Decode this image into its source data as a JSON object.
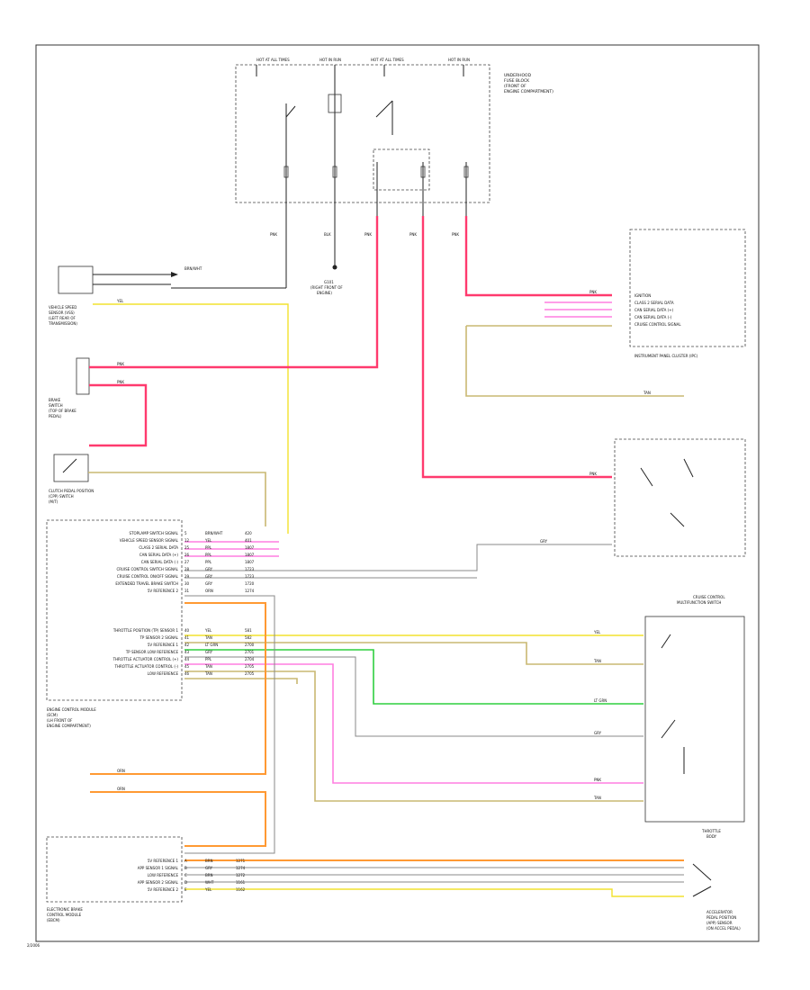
{
  "diagram": {
    "page_number": "2/2006",
    "blocks": {
      "underhood": [
        "UNDERHOOD",
        "FUSE BLOCK",
        "(FRONT OF",
        "ENGINE COMPARTMENT)"
      ],
      "ecm_label": [
        "ENGINE CONTROL MODULE",
        "(ECM)",
        "(LH FRONT OF",
        "ENGINE COMPARTMENT)"
      ],
      "ipc_label": "INSTRUMENT PANEL CLUSTER (IPC)",
      "throttle_label": [
        "THROTTLE",
        "BODY"
      ],
      "accel_label": [
        "ACCELERATOR",
        "PEDAL POSITION",
        "(APP) SENSOR",
        "(ON ACCEL PEDAL)"
      ],
      "cruise_label": [
        "CRUISE CONTROL",
        "MULTIFUNCTION SWITCH"
      ],
      "vss_label": [
        "VEHICLE SPEED",
        "SENSOR (VSS)",
        "(LEFT REAR OF",
        "TRANSMISSION)"
      ],
      "brake_label": [
        "BRAKE",
        "SWITCH",
        "(TOP OF BRAKE",
        "PEDAL)"
      ],
      "clutch_label": [
        "CLUTCH PEDAL POSITION",
        "(CPP) SWITCH",
        "(M/T)"
      ],
      "g101_label": [
        "G101",
        "(RIGHT FRONT OF",
        "ENGINE)"
      ],
      "ebcm_label": [
        "ELECTRONIC BRAKE",
        "CONTROL MODULE",
        "(EBCM)"
      ]
    },
    "ecm_pins": [
      {
        "name": "STOPLAMP SWITCH SIGNAL",
        "pin": "5",
        "color": "BRN/WHT",
        "circuit": "420"
      },
      {
        "name": "VEHICLE SPEED SENSOR SIGNAL",
        "pin": "12",
        "color": "YEL",
        "circuit": "401"
      },
      {
        "name": "CLASS 2 SERIAL DATA",
        "pin": "25",
        "color": "PPL",
        "circuit": "1807"
      },
      {
        "name": "CAN SERIAL DATA (+)",
        "pin": "26",
        "color": "PPL",
        "circuit": "1807"
      },
      {
        "name": "CAN SERIAL DATA (-)",
        "pin": "27",
        "color": "PPL",
        "circuit": "1807"
      },
      {
        "name": "CRUISE CONTROL SWITCH SIGNAL",
        "pin": "28",
        "color": "GRY",
        "circuit": "1723"
      },
      {
        "name": "CRUISE CONTROL ON/OFF SIGNAL",
        "pin": "29",
        "color": "GRY",
        "circuit": "1723"
      },
      {
        "name": "EXTENDED TRAVEL BRAKE SWITCH",
        "pin": "30",
        "color": "GRY",
        "circuit": "1720"
      },
      {
        "name": "5V REFERENCE 2",
        "pin": "31",
        "color": "ORN",
        "circuit": "1274"
      },
      {
        "name": "THROTTLE POSITION (TP) SENSOR 1",
        "pin": "40",
        "color": "YEL",
        "circuit": "581"
      },
      {
        "name": "TP SENSOR 2 SIGNAL",
        "pin": "41",
        "color": "TAN",
        "circuit": "582"
      },
      {
        "name": "5V REFERENCE 1",
        "pin": "42",
        "color": "LT GRN",
        "circuit": "2700"
      },
      {
        "name": "TP SENSOR LOW REFERENCE",
        "pin": "43",
        "color": "GRY",
        "circuit": "2701"
      },
      {
        "name": "THROTTLE ACTUATOR CONTROL (+)",
        "pin": "44",
        "color": "PPL",
        "circuit": "2704"
      },
      {
        "name": "THROTTLE ACTUATOR CONTROL (-)",
        "pin": "45",
        "color": "TAN",
        "circuit": "2705"
      },
      {
        "name": "LOW REFERENCE",
        "pin": "46",
        "color": "TAN",
        "circuit": "2705"
      }
    ],
    "apps_pins": [
      {
        "name": "5V REFERENCE 1",
        "pin": "A",
        "color": "BRN",
        "circuit": "1271"
      },
      {
        "name": "APP SENSOR 1 SIGNAL",
        "pin": "B",
        "color": "GRY",
        "circuit": "1274"
      },
      {
        "name": "LOW REFERENCE",
        "pin": "C",
        "color": "BRN",
        "circuit": "1272"
      },
      {
        "name": "APP SENSOR 2 SIGNAL",
        "pin": "D",
        "color": "WHT",
        "circuit": "1161"
      },
      {
        "name": "5V REFERENCE 2",
        "pin": "E",
        "color": "YEL",
        "circuit": "1162"
      }
    ],
    "ipc_pins": [
      "IGNITION",
      "CLASS 2 SERIAL DATA",
      "CAN SERIAL DATA (+)",
      "CAN SERIAL DATA (-)",
      "CRUISE CONTROL SIGNAL"
    ],
    "fuse_labels": [
      "HOT AT ALL TIMES",
      "HOT IN RUN",
      "HOT AT ALL TIMES",
      "HOT IN RUN"
    ],
    "wire_labels": {
      "pink": "PNK",
      "yellow": "YEL",
      "tan": "TAN",
      "black": "BLK",
      "gray": "GRY",
      "lt_green": "LT GRN",
      "orange": "ORN"
    }
  }
}
